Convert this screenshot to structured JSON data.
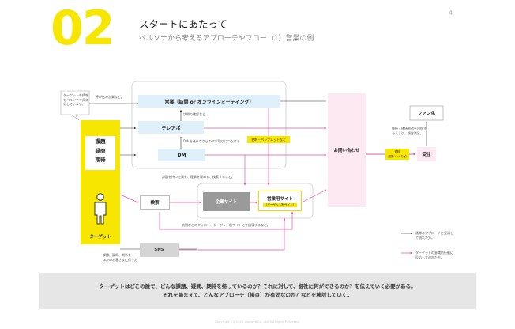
{
  "header": {
    "number": "02",
    "title": "スタートにあたって",
    "subtitle": "ペルソナから考えるアプローチやフロー（1）営業の例",
    "page_number": "4"
  },
  "callout": {
    "text_line1": "ターゲットを情報",
    "text_line2": "をペルソナで具体",
    "text_line3": "化しています。"
  },
  "target": {
    "items": [
      "課題",
      "疑問",
      "期待"
    ],
    "label": "ターゲット",
    "icon": "person-icon"
  },
  "nodes": {
    "sales": "営業（訪問 or オンラインミーティング）",
    "teleapo": "テレアポ",
    "dm": "DM",
    "search": "検索",
    "corp_site": "企業サイト",
    "sales_site": "営業用サイト",
    "sales_site_sub": "（ターゲット別サイト）",
    "sns": "SNS",
    "inquiry": "お問い合わせ",
    "fanka": "ファン化",
    "juchu": "受注",
    "hoshu_line1": "資料",
    "hoshu_line2": "（営業ツールなど）",
    "meishi": "名刺・パンフレットなど"
  },
  "notes": {
    "yobikomi": "呼び込み営業など。",
    "houmon_kakunin": "訪問の確認など",
    "dm_note": "DM を送りながらのアポ取りにつなげる",
    "search_note": "課題を持つ企業を、理解を深める、検索するなど。",
    "site_note": "訪問などのフォロー、ターゲット別サイトにて誘導するなど。",
    "sns_note_line1": "課題、疑問、期待を",
    "sns_note_line2": "ほかのお客さまに伝う方",
    "fanka_note_line1": "継続・価値創造を目指す",
    "fanka_note_line2": "みえより、顧客満足。"
  },
  "legend": {
    "black_line1": "通常のアプローチに見通し",
    "black_line2": "て流れた方。",
    "pink_line1": "ターゲットの意識的行動に",
    "pink_line2": "反応して流れた方。"
  },
  "bottom": {
    "line1": "ターゲットはどこの誰で、どんな課題、疑問、期待を持っているのか？それに対して、御社に何ができるのか？を伝えていく必要がある。",
    "line2": "それを踏まえて、どんなアプローチ（接点）が有効なのか？などを検討していく。"
  },
  "copyright": "Copyright (C) 2020 Lionwell Co.,Ltd. All Rights Reserved.",
  "colors": {
    "accent_yellow": "#f7e600",
    "light_blue": "#dff0fa",
    "pink": "#ec4f9b",
    "pink_light": "#fde9f1",
    "gray": "#9a9a9a"
  }
}
